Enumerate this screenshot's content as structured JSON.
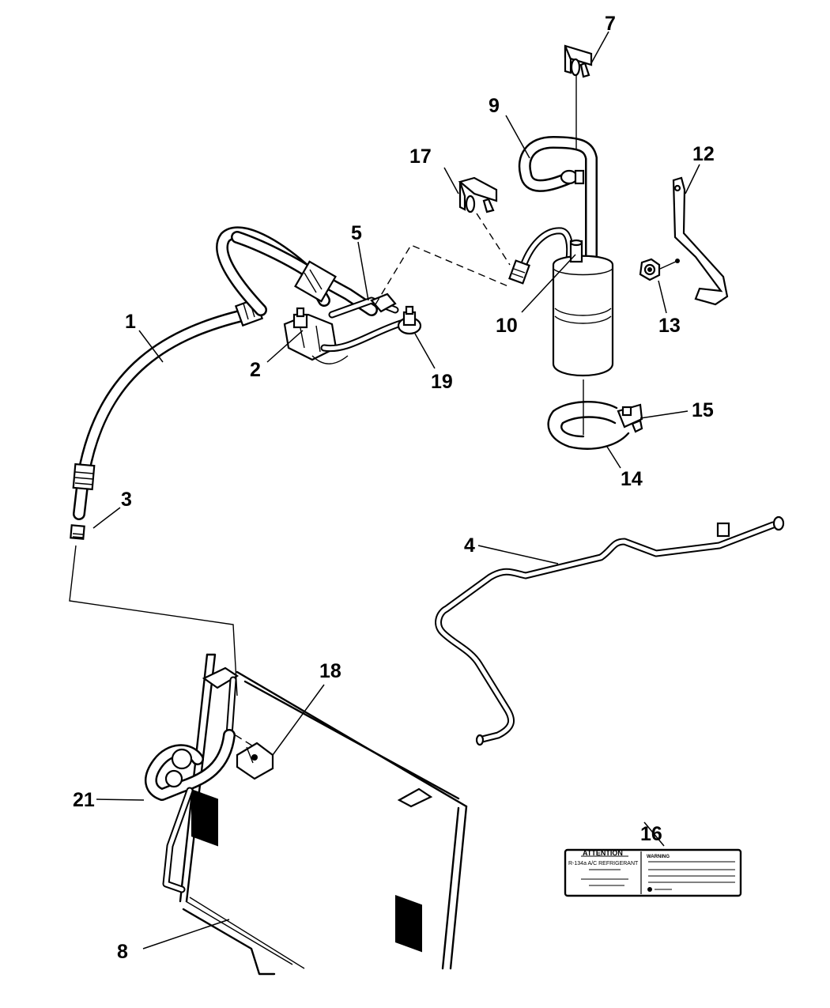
{
  "diagram": {
    "type": "exploded-parts-diagram",
    "subject": "A/C refrigerant lines, condenser and receiver/drier assembly",
    "callouts": [
      {
        "id": "1",
        "label": "1"
      },
      {
        "id": "2",
        "label": "2"
      },
      {
        "id": "3",
        "label": "3"
      },
      {
        "id": "4",
        "label": "4"
      },
      {
        "id": "5",
        "label": "5"
      },
      {
        "id": "7",
        "label": "7"
      },
      {
        "id": "8",
        "label": "8"
      },
      {
        "id": "9",
        "label": "9"
      },
      {
        "id": "10",
        "label": "10"
      },
      {
        "id": "12",
        "label": "12"
      },
      {
        "id": "13",
        "label": "13"
      },
      {
        "id": "14",
        "label": "14"
      },
      {
        "id": "15",
        "label": "15"
      },
      {
        "id": "16",
        "label": "16"
      },
      {
        "id": "17",
        "label": "17"
      },
      {
        "id": "18",
        "label": "18"
      },
      {
        "id": "19",
        "label": "19"
      },
      {
        "id": "21",
        "label": "21"
      }
    ],
    "warning_label": {
      "heading": "ATTENTION",
      "subheading": "R-134a A/C REFRIGERANT",
      "right_heading": "WARNING"
    }
  }
}
